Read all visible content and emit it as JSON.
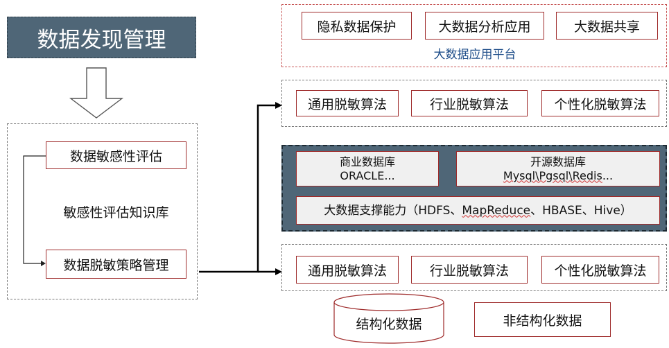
{
  "title": "数据发现管理",
  "left_panel": {
    "items": [
      "数据敏感性评估",
      "敏感性评估知识库",
      "数据脱敏策略管理"
    ]
  },
  "platform": {
    "items": [
      "隐私数据保护",
      "大数据分析应用",
      "大数据共享"
    ],
    "label": "大数据应用平台"
  },
  "algorithms_top": [
    "通用脱敏算法",
    "行业脱敏算法",
    "个性化脱敏算法"
  ],
  "support": {
    "commercial_db": {
      "line1": "商业数据库",
      "line2": "ORACLE..."
    },
    "open_db": {
      "line1": "开源数据库",
      "line2_prefix": "Mysql\\Pgsql\\Redis",
      "line2_suffix": "..."
    },
    "bigdata": {
      "prefix": "大数据支撑能力（HDFS、",
      "mapreduce": "MapReduce",
      "suffix": "、HBASE、Hive）"
    }
  },
  "algorithms_bottom": [
    "通用脱敏算法",
    "行业脱敏算法",
    "个性化脱敏算法"
  ],
  "data_sources": {
    "structured": "结构化数据",
    "unstructured": "非结构化数据"
  },
  "colors": {
    "slate": "#4f6677",
    "box_border": "#9e2a2a",
    "platform_border": "#c75454",
    "platform_label": "#1f4e8a"
  }
}
